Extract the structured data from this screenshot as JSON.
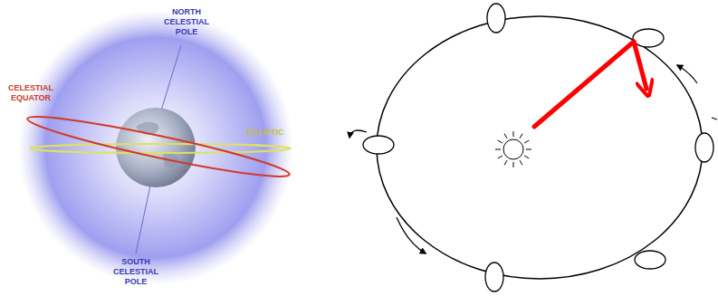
{
  "diagram": {
    "labels": [
      "NORTH CELESTIAL POLE",
      "CELESTIAL EQUATOR",
      "ECLIPTIC",
      "SOUTH CELESTIAL POLE"
    ]
  }
}
